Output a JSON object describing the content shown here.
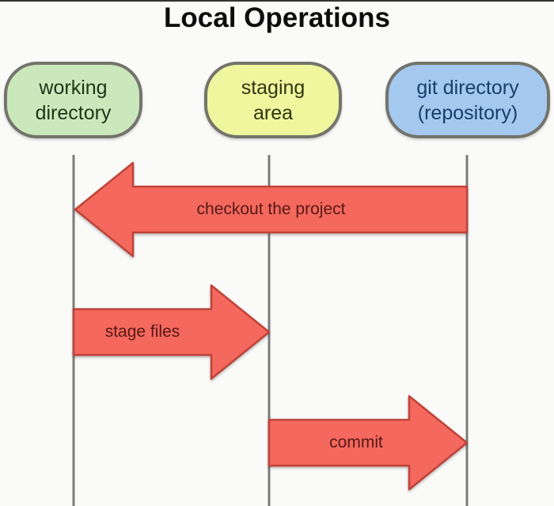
{
  "title": "Local Operations",
  "colors": {
    "background": "#fafaf9",
    "top_border": "#333333",
    "lifeline": "#7b7b7b",
    "box_border": "#74746c",
    "working_directory_fill": "#cbe8bd",
    "working_directory_text": "#1e3418",
    "staging_area_fill": "#eef79e",
    "staging_area_text": "#30350f",
    "git_directory_fill": "#a5c8ef",
    "git_directory_text": "#173f6b",
    "arrow_fill": "#f4685e",
    "arrow_border": "#bf4338",
    "arrow_text": "#561914"
  },
  "nodes": [
    {
      "id": "working-directory",
      "label_line1": "working",
      "label_line2": "directory"
    },
    {
      "id": "staging-area",
      "label_line1": "staging",
      "label_line2": "area"
    },
    {
      "id": "git-directory",
      "label_line1": "git directory",
      "label_line2": "(repository)"
    }
  ],
  "arrows": [
    {
      "id": "checkout",
      "label": "checkout the project",
      "direction": "left",
      "from": "git-directory",
      "to": "working-directory"
    },
    {
      "id": "stage",
      "label": "stage files",
      "direction": "right",
      "from": "working-directory",
      "to": "staging-area"
    },
    {
      "id": "commit",
      "label": "commit",
      "direction": "right",
      "from": "staging-area",
      "to": "git-directory"
    }
  ]
}
